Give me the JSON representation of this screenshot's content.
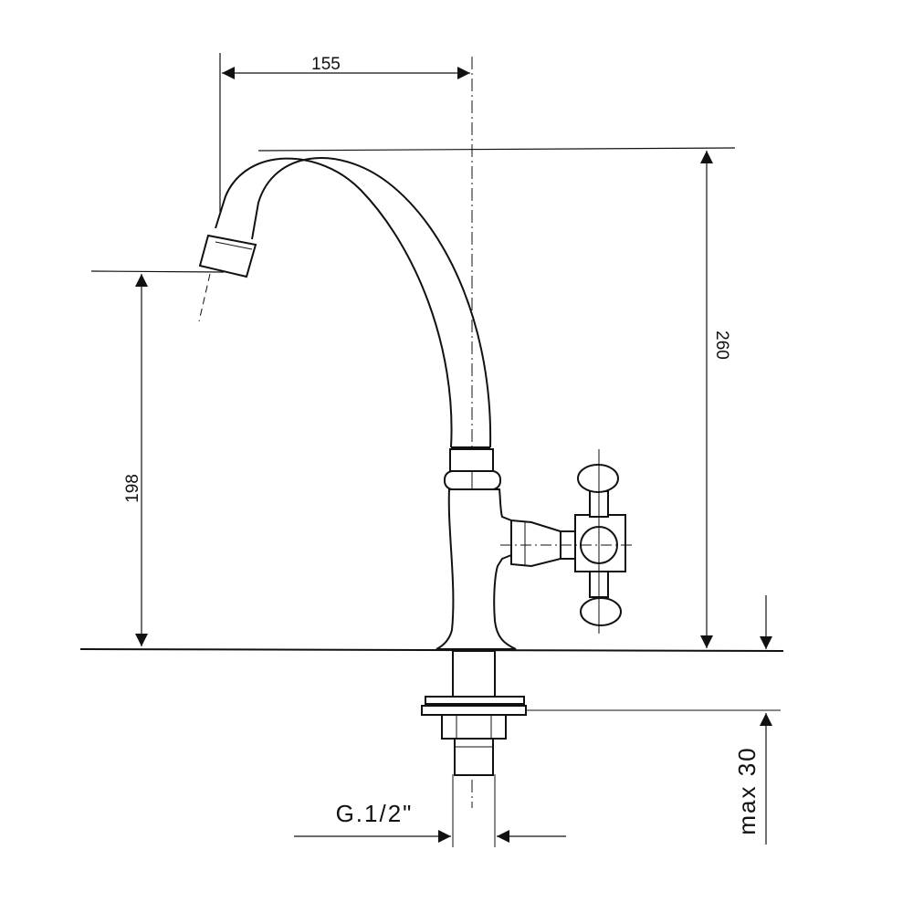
{
  "drawing": {
    "dimensions": {
      "reach": "155",
      "total_height": "260",
      "spout_height": "198",
      "thread": "G.1/2\"",
      "max_thickness": "max 30"
    },
    "line_color": "#111111",
    "background": "#ffffff"
  }
}
